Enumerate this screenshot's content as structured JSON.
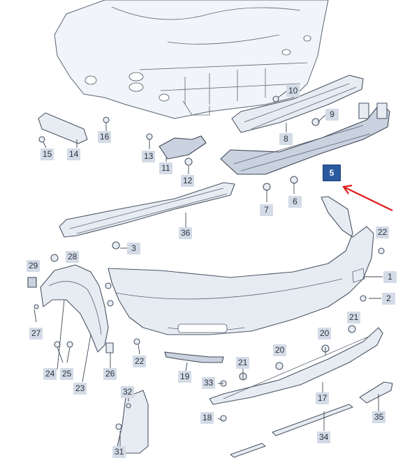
{
  "labels": {
    "l1": "1",
    "l2": "2",
    "l3": "3",
    "l5": "5",
    "l6": "6",
    "l7": "7",
    "l8": "8",
    "l9": "9",
    "l10": "10",
    "l11": "11",
    "l12": "12",
    "l13": "13",
    "l14": "14",
    "l15": "15",
    "l16": "16",
    "l17": "17",
    "l18": "18",
    "l19": "19",
    "l20a": "20",
    "l20b": "20",
    "l21a": "21",
    "l21b": "21",
    "l22a": "22",
    "l22b": "22",
    "l23": "23",
    "l24": "24",
    "l25": "25",
    "l26": "26",
    "l27": "27",
    "l28": "28",
    "l29": "29",
    "l31": "31",
    "l32": "32",
    "l33": "33",
    "l34": "34",
    "l35": "35",
    "l36": "36"
  },
  "highlight": {
    "part": "5",
    "color": "#2c5aa0",
    "arrow_color": "#e01b1b"
  }
}
